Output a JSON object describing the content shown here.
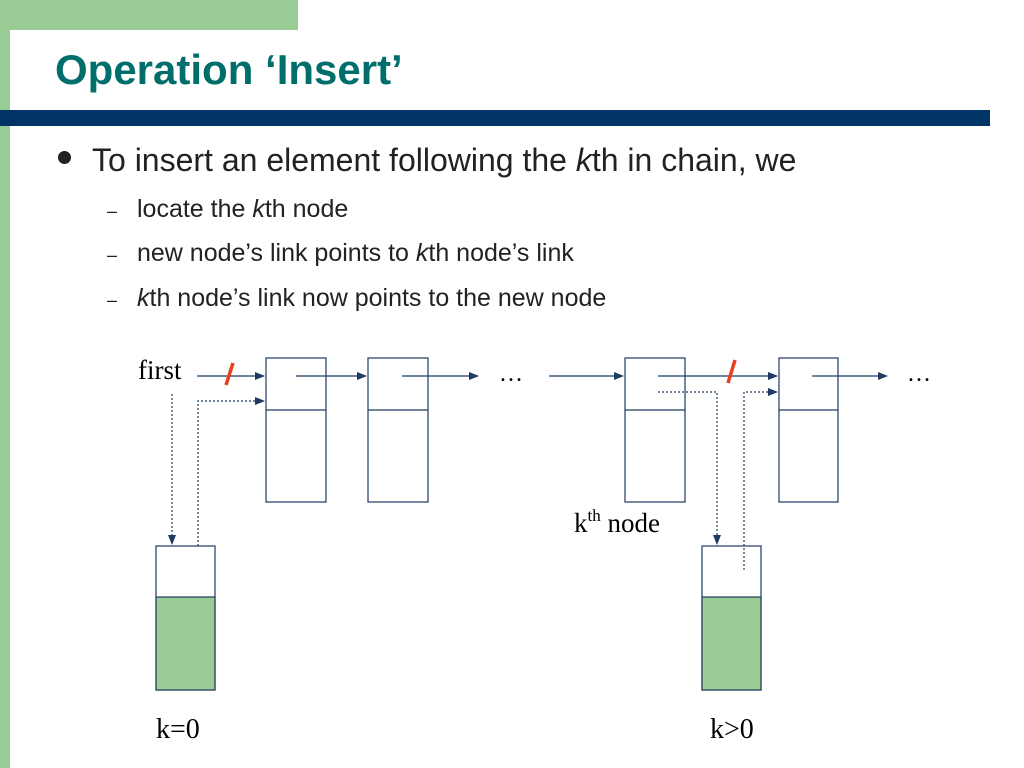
{
  "slide": {
    "title": "Operation ‘Insert’",
    "bullet": {
      "prefix": "To insert an element following the ",
      "italic": "k",
      "suffix": "th in chain, we"
    },
    "sub_items": [
      {
        "prefix": "locate the ",
        "italic": "k",
        "suffix": "th node"
      },
      {
        "prefix": "new node’s link points to ",
        "italic": "k",
        "suffix": "th node’s link"
      },
      {
        "prefix": "",
        "italic": "k",
        "suffix": "th node’s link now points to the new node"
      }
    ],
    "dash_glyph": "–"
  },
  "diagram": {
    "first_label": "first",
    "ellipsis_left": "…",
    "ellipsis_right": "…",
    "kth_label_base": "k",
    "kth_label_sup": "th",
    "kth_label_rest": " node",
    "case_left_label": "k=0",
    "case_right_label": "k>0"
  },
  "colors": {
    "title": "#006e6a",
    "title_bar": "#003366",
    "side_green": "#9ccc95",
    "node_fill_green": "#9ccc95",
    "arrow": "#1f3a60",
    "break_mark": "#e8401c"
  }
}
